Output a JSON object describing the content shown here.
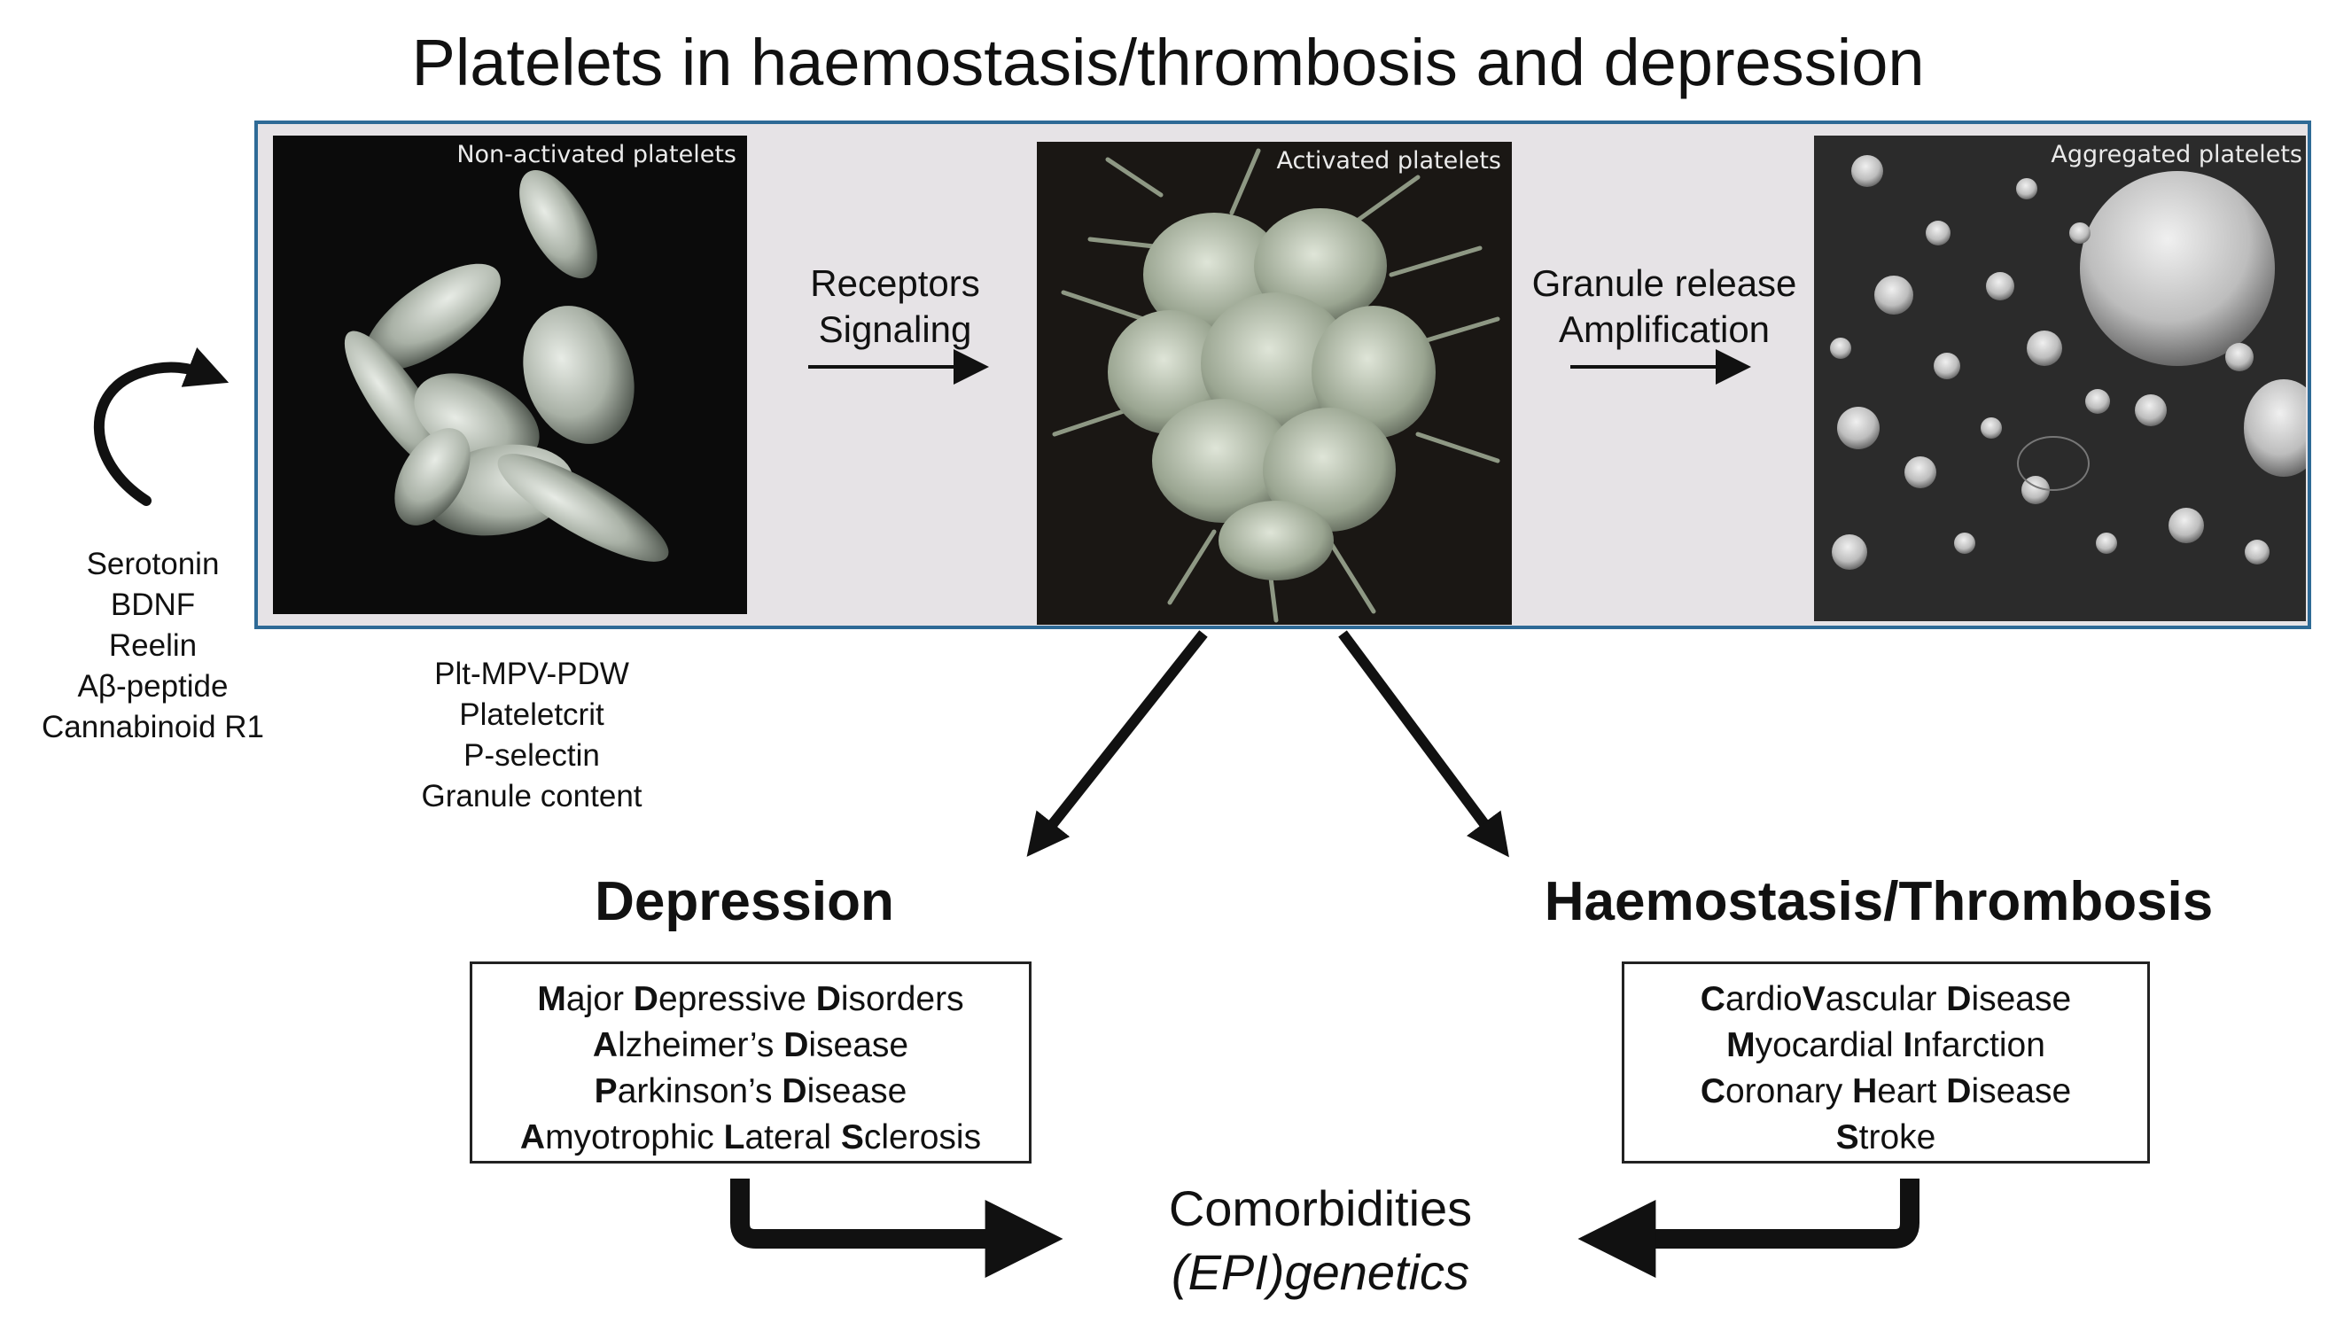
{
  "title": "Platelets in haemostasis/thrombosis and depression",
  "panels": [
    {
      "caption": "Non-activated platelets"
    },
    {
      "caption": "Activated platelets"
    },
    {
      "caption": "Aggregated platelets"
    }
  ],
  "step1": {
    "line1": "Receptors",
    "line2": "Signaling"
  },
  "step2": {
    "line1": "Granule release",
    "line2": "Amplification"
  },
  "left_factors": [
    "Serotonin",
    "BDNF",
    "Reelin",
    "Aβ-peptide",
    "Cannabinoid R1"
  ],
  "platelet_markers": [
    "Plt-MPV-PDW",
    "Plateletcrit",
    "P-selectin",
    "Granule content"
  ],
  "depression": {
    "heading": "Depression",
    "items": [
      [
        [
          "M",
          true
        ],
        [
          "ajor ",
          false
        ],
        [
          "D",
          true
        ],
        [
          "epressive ",
          false
        ],
        [
          "D",
          true
        ],
        [
          "isorders",
          false
        ]
      ],
      [
        [
          "A",
          true
        ],
        [
          "lzheimer’s ",
          false
        ],
        [
          "D",
          true
        ],
        [
          "isease",
          false
        ]
      ],
      [
        [
          "P",
          true
        ],
        [
          "arkinson’s ",
          false
        ],
        [
          "D",
          true
        ],
        [
          "isease",
          false
        ]
      ],
      [
        [
          "A",
          true
        ],
        [
          "myotrophic ",
          false
        ],
        [
          "L",
          true
        ],
        [
          "ateral ",
          false
        ],
        [
          "S",
          true
        ],
        [
          "clerosis",
          false
        ]
      ]
    ]
  },
  "thrombosis": {
    "heading": "Haemostasis/Thrombosis",
    "items": [
      [
        [
          "C",
          true
        ],
        [
          "ardio",
          false
        ],
        [
          "V",
          true
        ],
        [
          "ascular ",
          false
        ],
        [
          "D",
          true
        ],
        [
          "isease",
          false
        ]
      ],
      [
        [
          "M",
          true
        ],
        [
          "yocardial ",
          false
        ],
        [
          "I",
          true
        ],
        [
          "nfarction",
          false
        ]
      ],
      [
        [
          "C",
          true
        ],
        [
          "oronary ",
          false
        ],
        [
          "H",
          true
        ],
        [
          "eart ",
          false
        ],
        [
          "D",
          true
        ],
        [
          "isease",
          false
        ]
      ],
      [
        [
          "S",
          true
        ],
        [
          "troke",
          false
        ]
      ]
    ]
  },
  "bottom": {
    "line1": "Comorbidities",
    "line2": "(EPI)genetics"
  }
}
